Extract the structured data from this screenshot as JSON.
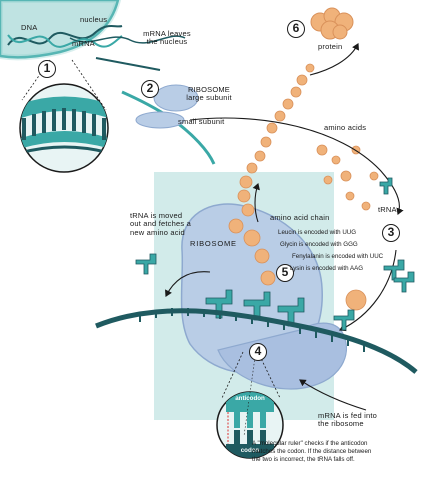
{
  "labels": {
    "nucleus": "nucleus",
    "dna": "DNA",
    "mrna": "mRNA",
    "mrna_leaves": "mRNA leaves\nthe nucleus",
    "ribosome_large": "RIBOSOME\nlarge subunit",
    "small_subunit": "small subunit",
    "protein": "protein",
    "amino_acids": "amino acids",
    "trna": "tRNA",
    "amino_acid_chain": "amino acid chain",
    "ribosome": "RIBOSOME",
    "trna_moved": "tRNA is moved\nout and fetches a\nnew amino acid",
    "mrna_fed": "mRNA is fed into\nthe ribosome",
    "anticodon": "anticodon",
    "codon": "codon",
    "ruler_caption": "A \"molecular ruler\" checks if the anticodon\nmatches the codon. If the distance between\nthe two is incorrect, the tRNA falls off."
  },
  "encodings": [
    "Leucin is encoded with UUG",
    "Glycin is encoded with GGG",
    "Fenylalanin is encoded with UUC",
    "Lysin is encoded with AAG"
  ],
  "steps": [
    "1",
    "2",
    "3",
    "4",
    "5",
    "6"
  ],
  "colors": {
    "teal": "#3aa8a6",
    "dark_teal": "#1f5a60",
    "light_teal": "#cde9e8",
    "ribosome_blue": "#b9cde6",
    "ribosome_shadow": "#8ea9cf",
    "amino_orange": "#f0b27a",
    "text": "#1a1a1a"
  }
}
